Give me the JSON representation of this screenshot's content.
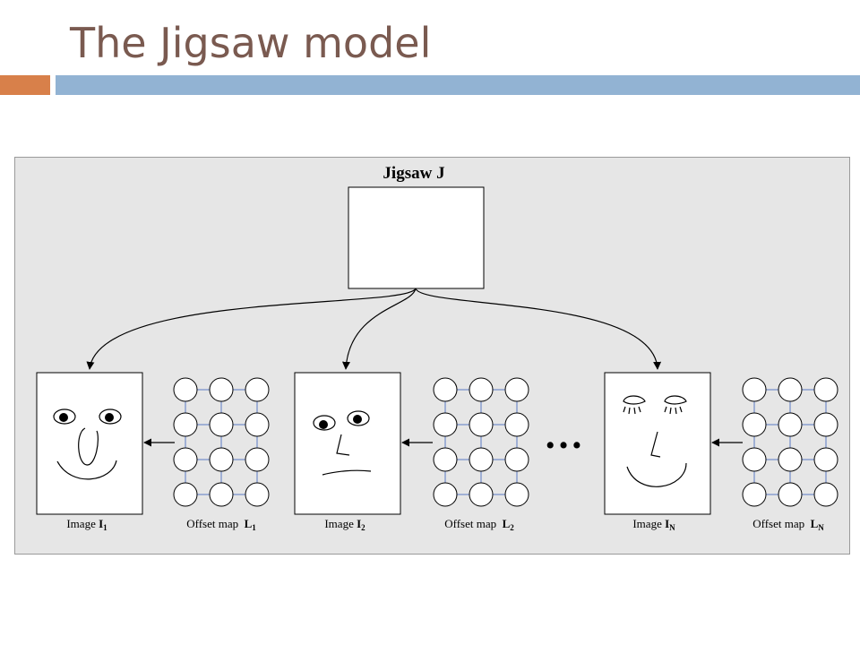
{
  "slide": {
    "title": "The Jigsaw model"
  },
  "diagram": {
    "jigsaw": {
      "label": "Jigsaw J"
    },
    "ellipsis": "…",
    "groups": [
      {
        "image_label": {
          "prefix": "Image ",
          "bold": "I",
          "sub": "1"
        },
        "offset_label": {
          "prefix": "Offset map  ",
          "bold": "L",
          "sub": "1"
        },
        "face": "smiling-face-open-eyes"
      },
      {
        "image_label": {
          "prefix": "Image ",
          "bold": "I",
          "sub": "2"
        },
        "offset_label": {
          "prefix": "Offset map  ",
          "bold": "L",
          "sub": "2"
        },
        "face": "neutral-face-open-eyes"
      },
      {
        "image_label": {
          "prefix": "Image ",
          "bold": "I",
          "sub": "N"
        },
        "offset_label": {
          "prefix": "Offset map  ",
          "bold": "L",
          "sub": "N"
        },
        "face": "smiling-face-closed-eyes"
      }
    ]
  },
  "colors": {
    "title": "#7a5a50",
    "accent_orange": "#d8804a",
    "accent_blue": "#92b3d3",
    "grid_line": "#5b7bc4"
  }
}
